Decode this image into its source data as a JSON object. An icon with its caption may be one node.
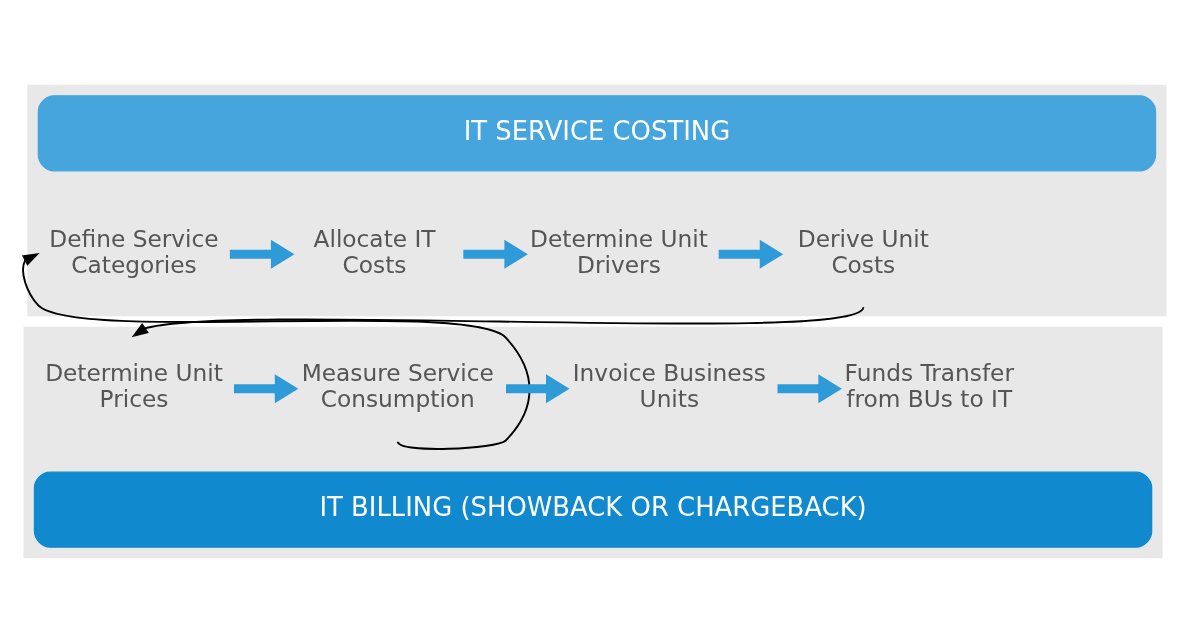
{
  "diagram": {
    "nodes": [
      {
        "text": [],
        "shape": "box"
      },
      {
        "text": [
          "IT SERVICE COSTING"
        ],
        "in": 0
      },
      {
        "text": [
          "Define Service Categories"
        ],
        "in": 0
      },
      {
        "text": [
          "Allocate IT Costs"
        ],
        "in": 0
      },
      {
        "text": [
          "Determine Unit Drivers"
        ],
        "in": 0
      },
      {
        "text": [
          "Derive Unit Costs"
        ],
        "in": 0
      },
      {
        "text": [],
        "shape": "box"
      },
      {
        "text": [
          "Determine Unit Prices"
        ],
        "in": 6
      },
      {
        "text": [
          "Measure Service Consumption"
        ],
        "in": 6
      },
      {
        "text": [
          "Invoice Business Units"
        ],
        "in": 6
      },
      {
        "text": [
          "Funds Transfer from BUs to IT"
        ],
        "in": 6
      },
      {
        "text": [
          "IT BILLING (SHOWBACK OR CHARGEBACK)"
        ],
        "in": 6
      }
    ],
    "edges": [
      {
        "from": 2,
        "to": 3,
        "arrow": "to"
      },
      {
        "from": 3,
        "to": 4,
        "arrow": "to"
      },
      {
        "from": 4,
        "to": 5,
        "arrow": "to"
      },
      {
        "from": 5,
        "to": 7,
        "arrow": "to",
        "color": "#000000"
      },
      {
        "from": 7,
        "to": 8,
        "arrow": "to"
      },
      {
        "from": 8,
        "to": 9,
        "arrow": "to"
      },
      {
        "from": 9,
        "to": 10,
        "arrow": "to"
      },
      {
        "from": 8,
        "to": 2,
        "arrow": "to",
        "color": "#000000"
      }
    ]
  }
}
